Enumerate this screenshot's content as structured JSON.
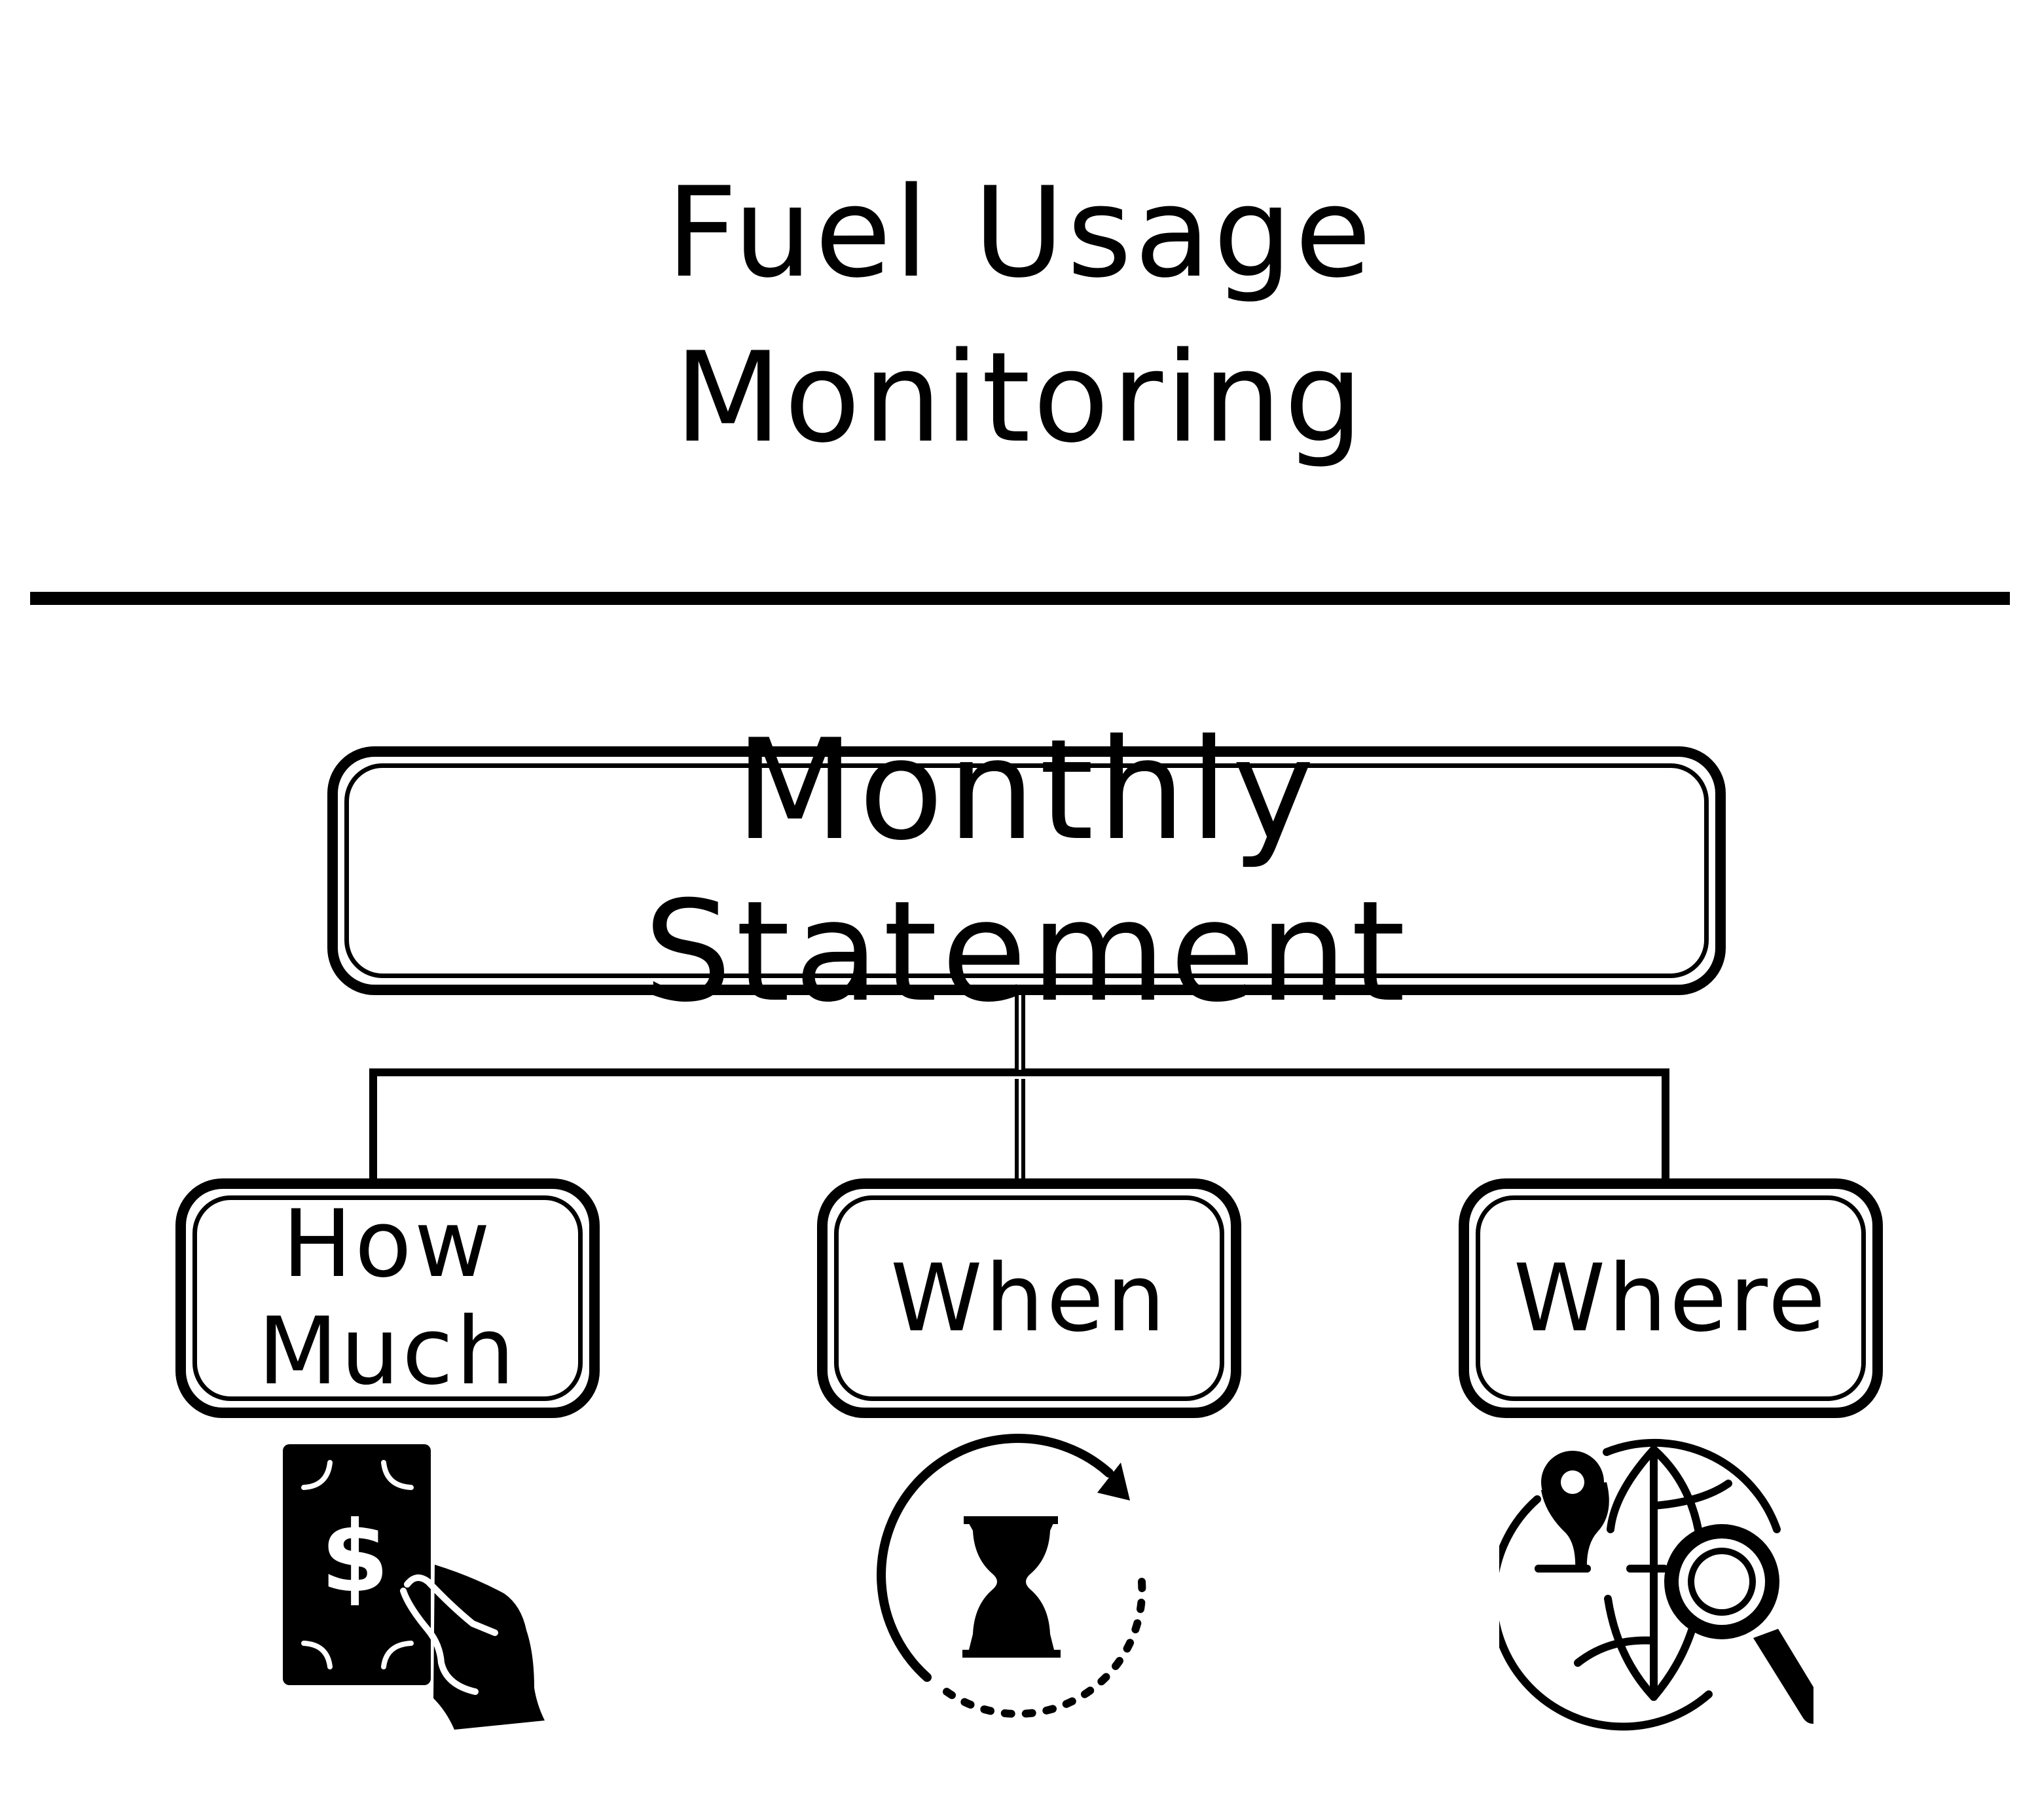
{
  "title": {
    "line1": "Fuel Usage",
    "line2": "Monitoring"
  },
  "diagram": {
    "root": {
      "label": "Monthly Statement"
    },
    "children": [
      {
        "label_line1": "How",
        "label_line2": "Much",
        "icon": "money-hand-icon"
      },
      {
        "label": "When",
        "icon": "hourglass-cycle-icon"
      },
      {
        "label": "Where",
        "icon": "globe-location-search-icon"
      }
    ]
  },
  "colors": {
    "ink": "#000000",
    "background": "#ffffff"
  }
}
